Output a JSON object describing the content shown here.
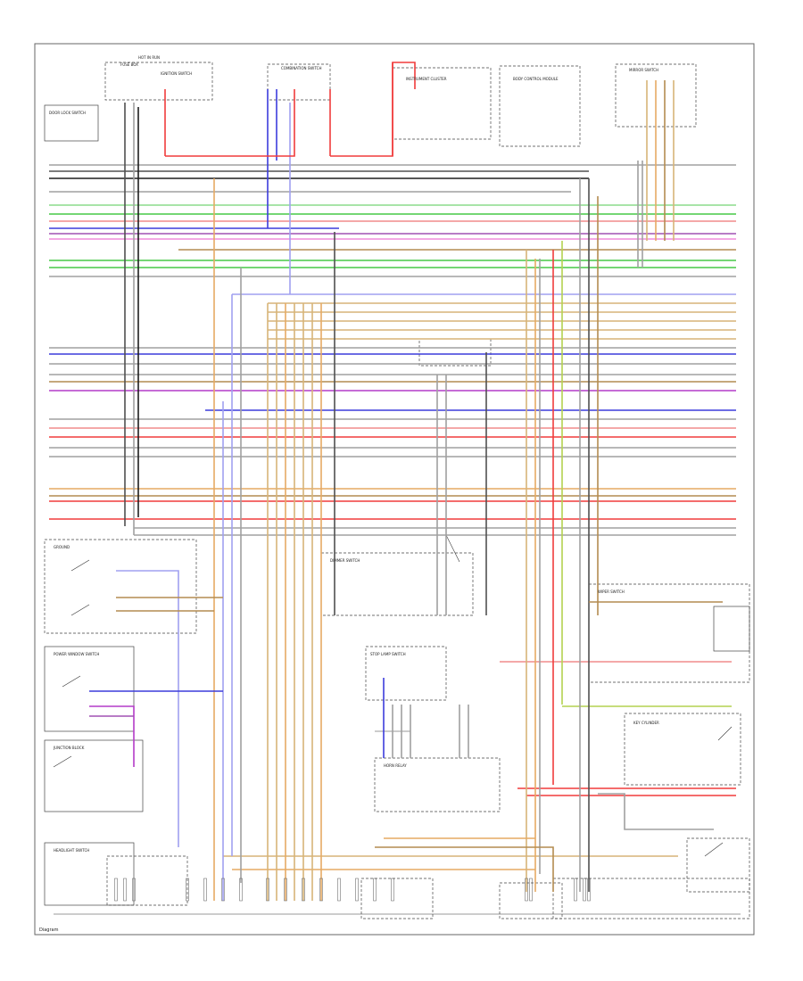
{
  "wire_colors": {
    "red": "#f03c3c",
    "blue": "#3c3cdc",
    "green": "#46c846",
    "lightgreen": "#8cdc8c",
    "brown": "#b48c50",
    "tan": "#d7b478",
    "orange": "#e6aa64",
    "purple": "#b43cc8",
    "pink": "#f08cdc",
    "violet": "#a050b4",
    "gray": "#a0a0a0",
    "darkgray": "#505050",
    "black": "#1e1e1e",
    "yellowgreen": "#b4d250",
    "lightblue": "#a0a0f0",
    "salmon": "#f08c8c"
  },
  "legend_text": "Diagram",
  "component_labels": [
    "HOT IN RUN",
    "FUSE BOX",
    "IGNITION SWITCH",
    "COMBINATION SWITCH",
    "INSTRUMENT CLUSTER",
    "BODY CONTROL MODULE",
    "MIRROR SWITCH",
    "DOOR LOCK SWITCH",
    "GROUND",
    "POWER WINDOW SWITCH",
    "JUNCTION BLOCK",
    "HEADLIGHT SWITCH",
    "DIMMER SWITCH",
    "STOP LAMP SWITCH",
    "HORN RELAY",
    "WIPER SWITCH",
    "KEY CYLINDER"
  ]
}
